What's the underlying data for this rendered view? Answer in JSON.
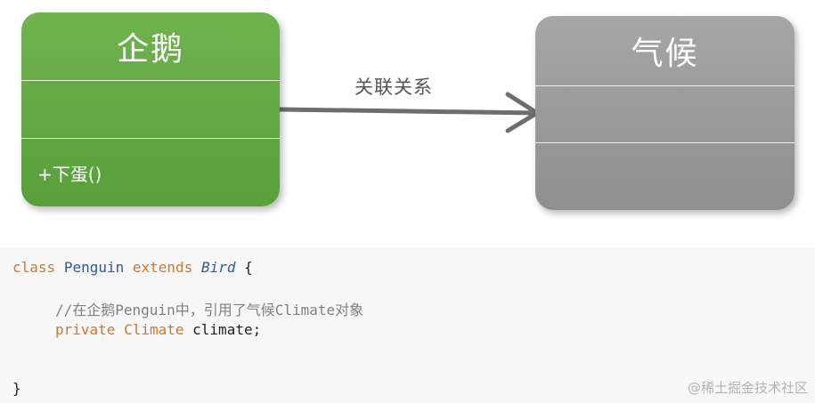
{
  "diagram": {
    "penguin": {
      "name": "企鹅",
      "attributes": "",
      "operation": "+下蛋()"
    },
    "climate": {
      "name": "气候",
      "attributes": "",
      "operations": ""
    },
    "association_label": "关联关系",
    "colors": {
      "penguin_fill": "#62a843",
      "climate_fill": "#9c9c9c",
      "arrow": "#6e6e6e"
    }
  },
  "code": {
    "l1_kw_class": "class",
    "l1_name": "Penguin",
    "l1_kw_extends": "extends",
    "l1_parent": "Bird",
    "l1_brace": "{",
    "l2_comment": "//在企鹅Penguin中，引用了气候Climate对象",
    "l3_kw_private": "private",
    "l3_type": "Climate",
    "l3_field": "climate;",
    "l4_brace": "}"
  },
  "watermark": "@稀土掘金技术社区"
}
